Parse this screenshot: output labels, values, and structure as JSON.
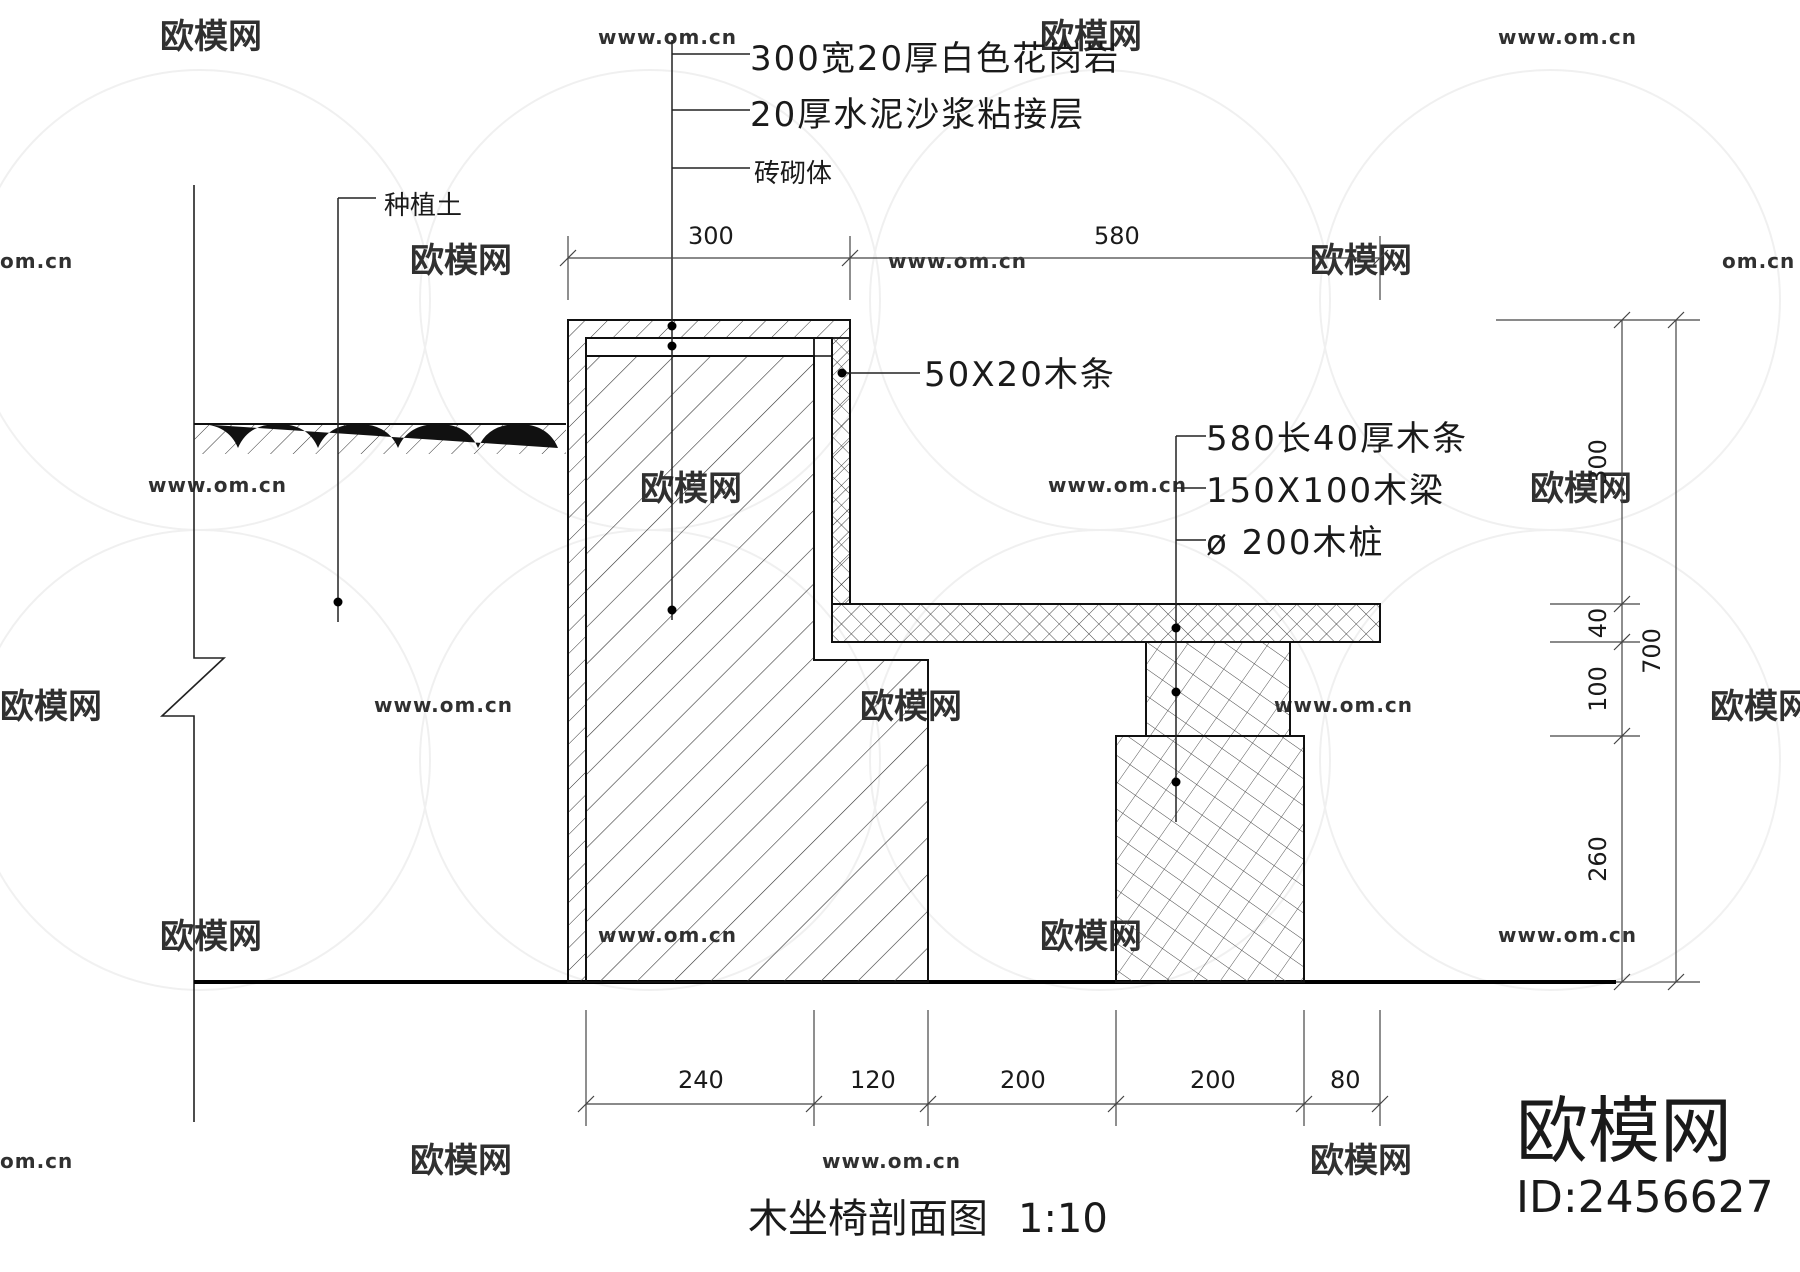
{
  "drawing": {
    "title": "木坐椅剖面图",
    "scale": "1:10"
  },
  "labels": {
    "granite": "300宽20厚白色花岗岩",
    "mortar": "20厚水泥沙浆粘接层",
    "brick": "砖砌体",
    "soil": "种植土",
    "wood_strip": "50X20木条",
    "seat_slat": "580长40厚木条",
    "beam": "150X100木梁",
    "pile": "ø    200木桩"
  },
  "dimensions": {
    "top": [
      "300",
      "580"
    ],
    "bottom": [
      "240",
      "120",
      "200",
      "200",
      "80"
    ],
    "right_segments": [
      "300",
      "40",
      "100",
      "260"
    ],
    "right_total": "700"
  },
  "watermark": {
    "brand": "欧模网",
    "url": "www.om.cn",
    "url_short": "om.cn",
    "id": "ID:2456627"
  },
  "colors": {
    "line": "#111111",
    "dim": "#444444",
    "hatch": "#333333",
    "watermark": "#e2e2e2"
  }
}
